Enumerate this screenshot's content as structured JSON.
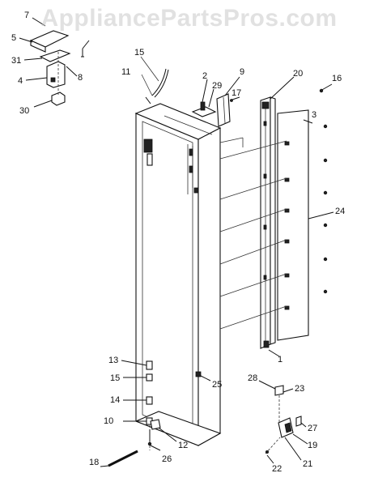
{
  "watermark": "AppliancePartsPros.com",
  "callouts": [
    {
      "id": "7",
      "label": "7"
    },
    {
      "id": "5",
      "label": "5"
    },
    {
      "id": "31",
      "label": "31"
    },
    {
      "id": "8",
      "label": "8"
    },
    {
      "id": "4",
      "label": "4"
    },
    {
      "id": "30",
      "label": "30"
    },
    {
      "id": "15a",
      "label": "15"
    },
    {
      "id": "11",
      "label": "11"
    },
    {
      "id": "2",
      "label": "2"
    },
    {
      "id": "29",
      "label": "29"
    },
    {
      "id": "9",
      "label": "9"
    },
    {
      "id": "17",
      "label": "17"
    },
    {
      "id": "20",
      "label": "20"
    },
    {
      "id": "16",
      "label": "16"
    },
    {
      "id": "3",
      "label": "3"
    },
    {
      "id": "24",
      "label": "24"
    },
    {
      "id": "1",
      "label": "1"
    },
    {
      "id": "25",
      "label": "25"
    },
    {
      "id": "13",
      "label": "13"
    },
    {
      "id": "15b",
      "label": "15"
    },
    {
      "id": "14",
      "label": "14"
    },
    {
      "id": "10",
      "label": "10"
    },
    {
      "id": "12",
      "label": "12"
    },
    {
      "id": "26",
      "label": "26"
    },
    {
      "id": "18",
      "label": "18"
    },
    {
      "id": "28",
      "label": "28"
    },
    {
      "id": "23",
      "label": "23"
    },
    {
      "id": "27",
      "label": "27"
    },
    {
      "id": "19",
      "label": "19"
    },
    {
      "id": "21",
      "label": "21"
    },
    {
      "id": "22",
      "label": "22"
    }
  ]
}
